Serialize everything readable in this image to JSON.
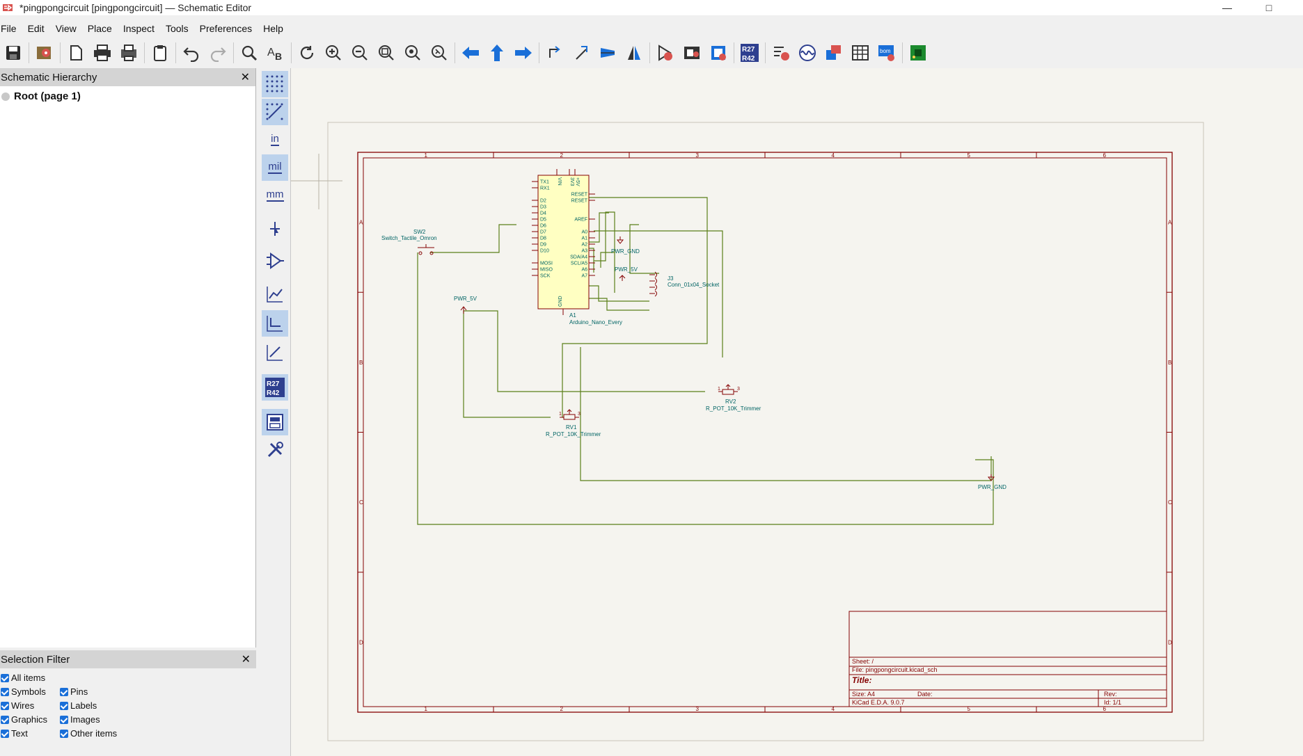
{
  "window": {
    "title": "*pingpongcircuit [pingpongcircuit] — Schematic Editor",
    "minimize": "—",
    "maximize": "□"
  },
  "menu": [
    "File",
    "Edit",
    "View",
    "Place",
    "Inspect",
    "Tools",
    "Preferences",
    "Help"
  ],
  "toolbar_icons": [
    "save-icon",
    "schematic-setup-icon",
    "page-settings-icon",
    "print-icon",
    "plot-icon",
    "paste-icon",
    "undo-icon",
    "redo-icon",
    "find-icon",
    "find-replace-icon",
    "refresh-icon",
    "zoom-in-icon",
    "zoom-out-icon",
    "zoom-fit-icon",
    "zoom-objects-icon",
    "zoom-selection-icon",
    "navigate-back-icon",
    "navigate-up-icon",
    "navigate-forward-icon",
    "rotate-ccw-icon",
    "rotate-cw-icon",
    "mirror-vertical-icon",
    "mirror-horizontal-icon",
    "symbol-editor-icon",
    "symbol-browser-icon",
    "footprint-assign-icon",
    "annotate-icon",
    "erc-icon",
    "simulator-icon",
    "symbol-fields-icon",
    "bom-icon",
    "bus-table-icon",
    "netlist-icon",
    "pcb-editor-icon"
  ],
  "hierarchy": {
    "title": "Schematic Hierarchy",
    "close": "✕",
    "root": "Root (page 1)"
  },
  "selection_filter": {
    "title": "Selection Filter",
    "close": "✕",
    "items": [
      {
        "label": "All items",
        "checked": true
      },
      {
        "label": "Symbols",
        "checked": true
      },
      {
        "label": "Pins",
        "checked": true
      },
      {
        "label": "Wires",
        "checked": true
      },
      {
        "label": "Labels",
        "checked": true
      },
      {
        "label": "Graphics",
        "checked": true
      },
      {
        "label": "Images",
        "checked": true
      },
      {
        "label": "Text",
        "checked": true
      },
      {
        "label": "Other items",
        "checked": true
      }
    ]
  },
  "left_tools": {
    "units_in": "in",
    "units_mil": "mil",
    "units_mm": "mm",
    "annotate_label_top": "R27",
    "annotate_label_bottom": "R42"
  },
  "sheet": {
    "col_labels": [
      "1",
      "2",
      "3",
      "4",
      "5",
      "6"
    ],
    "row_labels": [
      "A",
      "B",
      "C",
      "D"
    ],
    "title_block": {
      "sheet": "Sheet: /",
      "file": "File: pingpongcircuit.kicad_sch",
      "title": "Title:",
      "size": "Size: A4",
      "date": "Date:",
      "rev": "Rev:",
      "kicad": "KiCad E.D.A. 9.0.7",
      "id": "Id: 1/1"
    }
  },
  "components": {
    "sw2_ref": "SW2",
    "sw2_value": "Switch_Tactile_Omron",
    "a1_ref": "A1",
    "a1_value": "Arduino_Nano_Every",
    "j3_ref": "J3",
    "j3_value": "Conn_01x04_Socket",
    "rv1_ref": "RV1",
    "rv1_value": "R_POT_10K_Trimmer",
    "rv2_ref": "RV2",
    "rv2_value": "R_POT_10K_Trimmer",
    "pwr_gnd_1": "PWR_GND",
    "pwr_5v_1": "PWR_5V",
    "pwr_5v_2": "PWR_5V",
    "pwr_gnd_2": "PWR_GND",
    "pins_left": [
      "TX1",
      "RX1",
      "D2",
      "D3",
      "D4",
      "D5",
      "D6",
      "D7",
      "D8",
      "D9",
      "D10",
      "MOSI",
      "MISO",
      "SCK"
    ],
    "pins_right": [
      "RESET",
      "RESET",
      "AREF",
      "A0",
      "A1",
      "A2",
      "A3",
      "SDA/A4",
      "SCL/A5",
      "A6",
      "A7"
    ],
    "pins_top": [
      "VIN",
      "3V3",
      "+5V"
    ],
    "pin_gnd": "GND"
  },
  "colors": {
    "wire": "#5b7f19",
    "symbol_body_fill": "#ffffc2",
    "symbol_outline": "#840000",
    "text": "#006464",
    "sheet_border": "#840000",
    "pin": "#840000",
    "power": "#840000"
  }
}
